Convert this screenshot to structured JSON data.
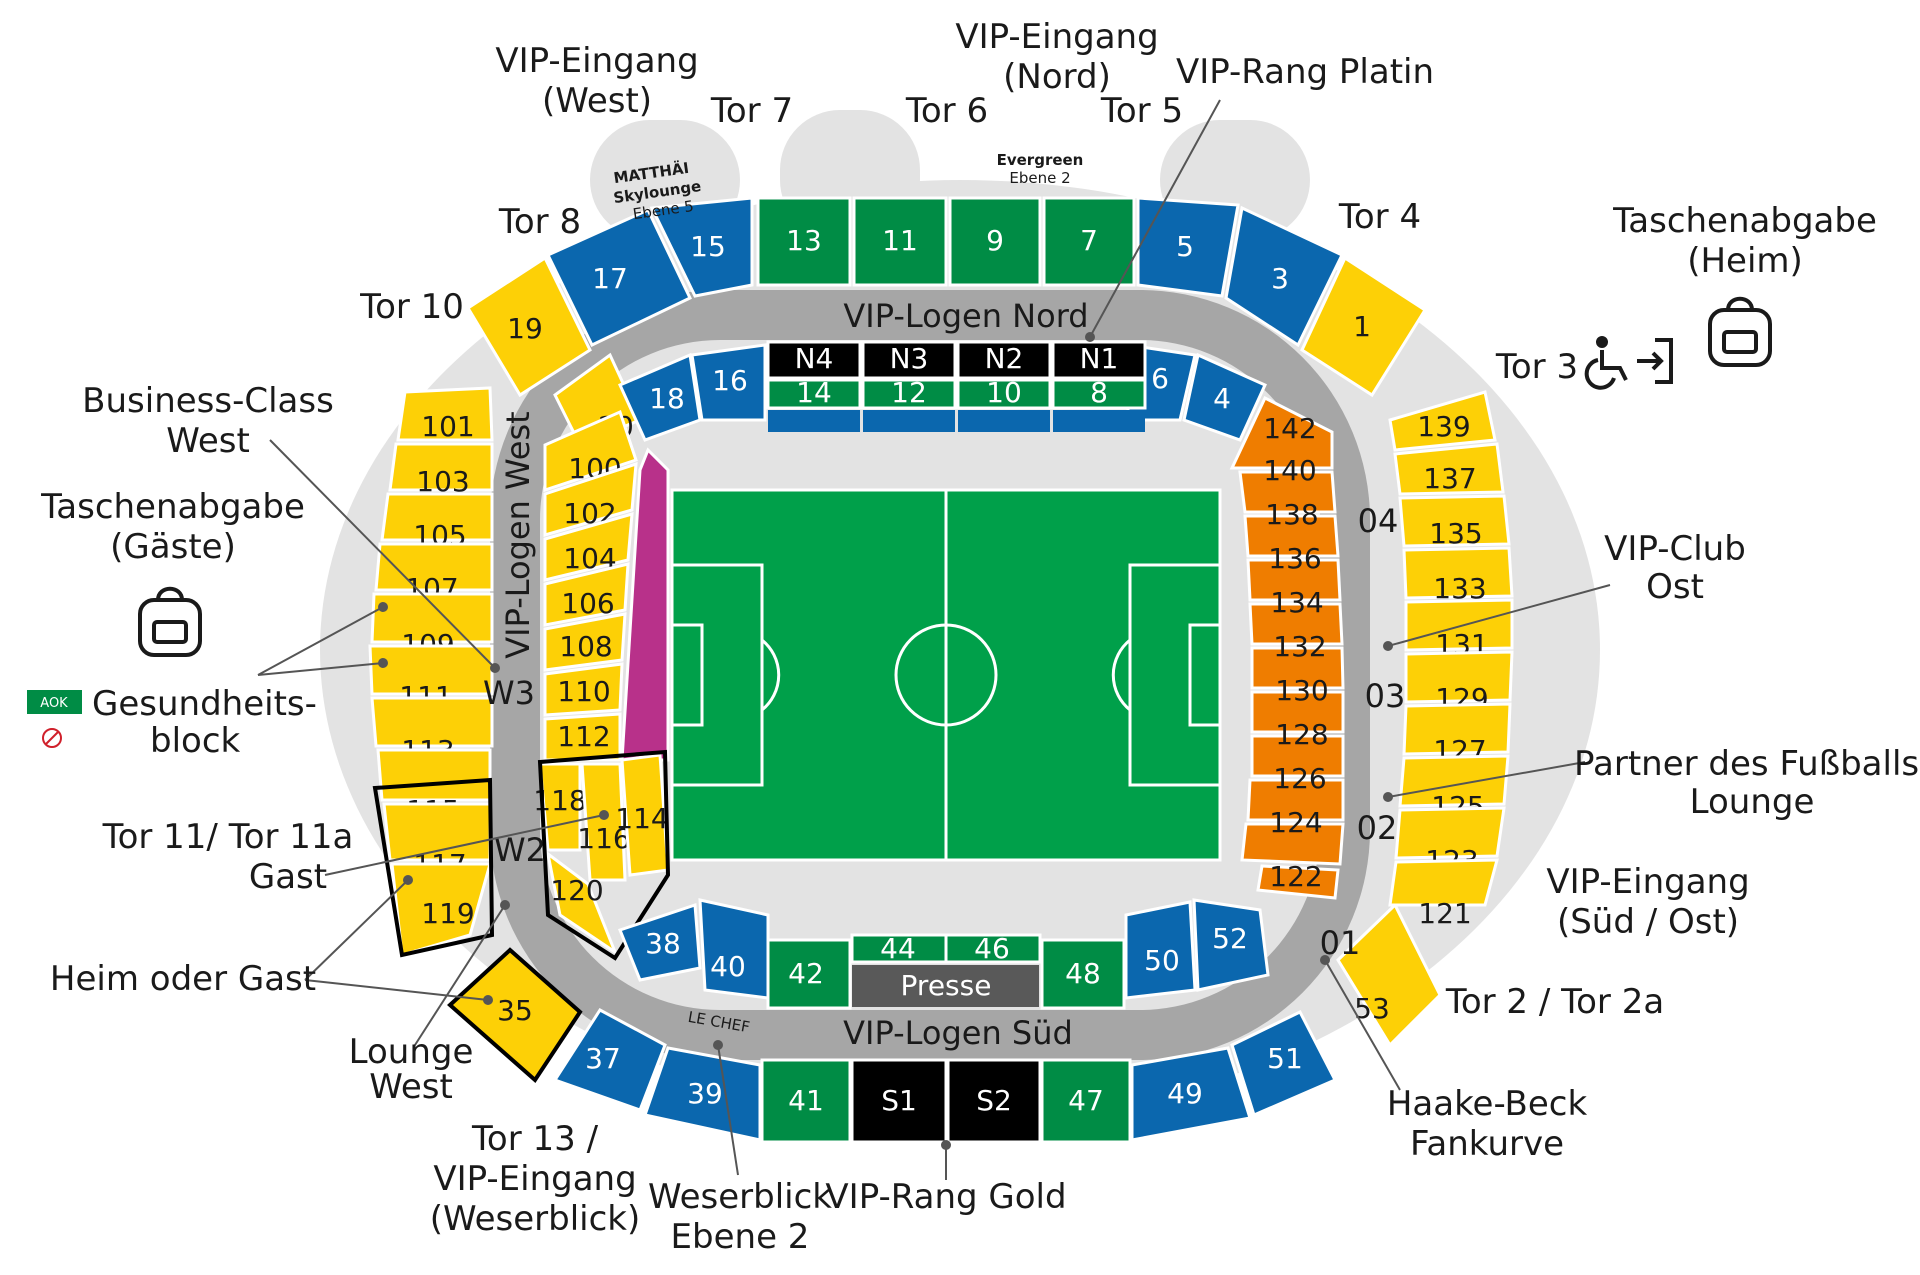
{
  "colors": {
    "yellow": "#fdd006",
    "blue": "#0b67ae",
    "green": "#008c45",
    "orange": "#ef7d00",
    "magenta": "#b8318a",
    "black": "#000000",
    "grey": "#a6a6a6",
    "light_grey": "#e3e3e3",
    "pitch": "#00a04a"
  },
  "exterior_labels": {
    "vip_west": [
      "VIP-Eingang",
      "(West)"
    ],
    "vip_nord": [
      "VIP-Eingang",
      "(Nord)"
    ],
    "vip_rang_platin": "VIP-Rang Platin",
    "tor7": "Tor 7",
    "tor6": "Tor 6",
    "tor5": "Tor 5",
    "tor8": "Tor 8",
    "tor4": "Tor 4",
    "tor10": "Tor 10",
    "tor3": "Tor 3",
    "tasche_heim": [
      "Taschenabgabe",
      "(Heim)"
    ],
    "business_west": [
      "Business-Class",
      "West"
    ],
    "tasche_gaeste": [
      "Taschenabgabe",
      "(Gäste)"
    ],
    "gesundheit": [
      "Gesundheits-",
      "block"
    ],
    "vip_club_ost": [
      "VIP-Club",
      "Ost"
    ],
    "partner": [
      "Partner des Fußballs.",
      "Lounge"
    ],
    "tor11": [
      "Tor 11/ Tor 11a",
      "Gast"
    ],
    "vip_sued_ost": [
      "VIP-Eingang",
      "(Süd / Ost)"
    ],
    "heim_gast": "Heim oder Gast",
    "tor2": "Tor 2 / Tor 2a",
    "lounge_west": [
      "Lounge",
      "West"
    ],
    "haake_beck": [
      "Haake-Beck",
      "Fankurve"
    ],
    "tor13": [
      "Tor 13 /",
      "VIP-Eingang",
      "(Weserblick)"
    ],
    "weserblick": [
      "Weserblick",
      "Ebene 2"
    ],
    "vip_rang_gold": "VIP-Rang Gold"
  },
  "lounges": {
    "matthai": [
      "MATTHÄI",
      "Skylounge",
      "Ebene 5"
    ],
    "evergreen": [
      "Evergreen",
      "Ebene 2"
    ],
    "aok": "AOK",
    "le_chef": "LE CHEF"
  },
  "rings": {
    "nord": "VIP-Logen Nord",
    "sued": "VIP-Logen Süd",
    "west": "VIP-Logen West",
    "presse": "Presse",
    "w3": "W3",
    "w2": "W2",
    "o4": "04",
    "o3": "03",
    "o2": "02",
    "o1": "01"
  },
  "blocks": {
    "north_upper": [
      {
        "label": "17",
        "color": "blue"
      },
      {
        "label": "15",
        "color": "blue"
      },
      {
        "label": "13",
        "color": "green"
      },
      {
        "label": "11",
        "color": "green"
      },
      {
        "label": "9",
        "color": "green"
      },
      {
        "label": "7",
        "color": "green"
      },
      {
        "label": "5",
        "color": "blue"
      },
      {
        "label": "3",
        "color": "blue"
      }
    ],
    "corner_yellow": [
      "19",
      "1",
      "53",
      "35",
      "20"
    ],
    "north_inner": [
      "18",
      "16",
      "6",
      "4"
    ],
    "north_boxes": [
      "N4",
      "N3",
      "N2",
      "N1"
    ],
    "north_lower": [
      "14",
      "12",
      "10",
      "8"
    ],
    "west_outer": [
      "101",
      "103",
      "105",
      "107",
      "109",
      "111",
      "113",
      "115",
      "117",
      "119"
    ],
    "west_inner": [
      "100",
      "102",
      "104",
      "106",
      "108",
      "110",
      "112",
      "118",
      "116",
      "114",
      "120"
    ],
    "east_orange": [
      "142",
      "140",
      "138",
      "136",
      "134",
      "132",
      "130",
      "128",
      "126",
      "124",
      "122"
    ],
    "east_outer": [
      "139",
      "137",
      "135",
      "133",
      "131",
      "129",
      "127",
      "125",
      "123",
      "121"
    ],
    "south_inner": [
      "38",
      "40",
      "42",
      "44",
      "46",
      "48",
      "50",
      "52"
    ],
    "south_outer": [
      "37",
      "39",
      "41",
      "S1",
      "S2",
      "47",
      "49",
      "51"
    ]
  }
}
